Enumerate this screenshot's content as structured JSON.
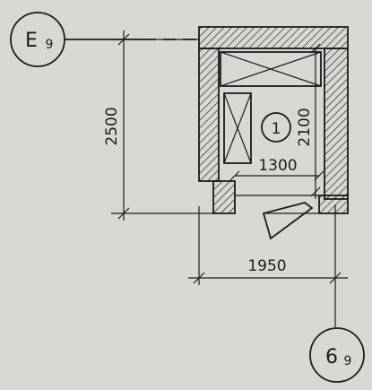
{
  "grid_axes": {
    "left_axis": {
      "letter": "E",
      "sub": "9"
    },
    "bottom_axis": {
      "letter": "6",
      "sub": "9"
    }
  },
  "room": {
    "number": "1"
  },
  "dimensions": {
    "overall_height": "2500",
    "inner_height": "2100",
    "inner_width": "1300",
    "overall_width": "1950"
  },
  "colors": {
    "paper": "#d8d7d3",
    "ink": "#1c1c1c"
  }
}
